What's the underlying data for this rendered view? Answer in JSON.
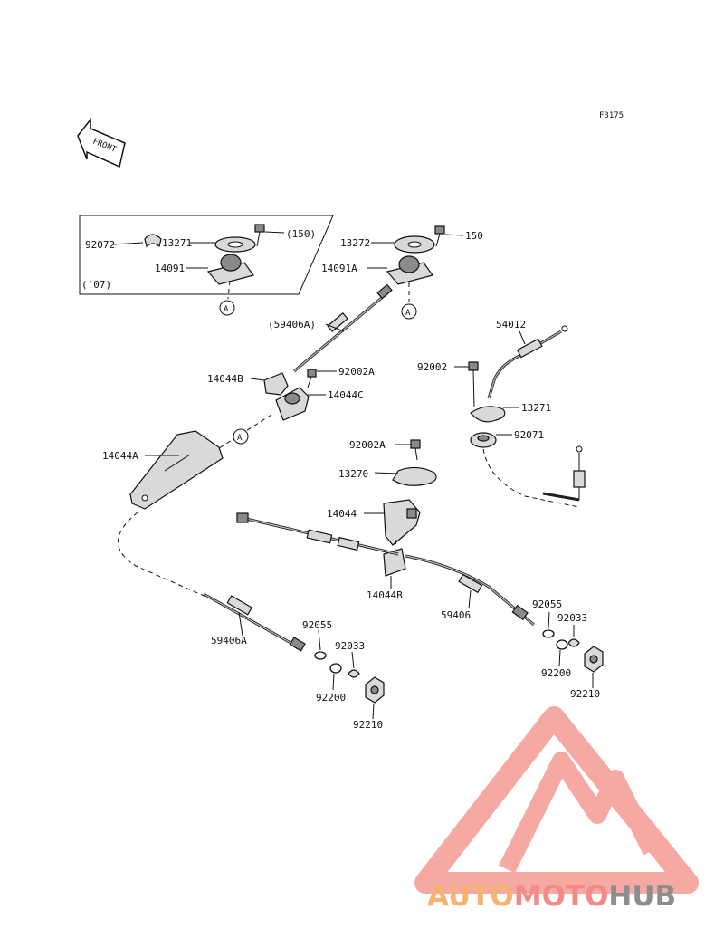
{
  "figure_code": "F3175",
  "front_label": "FRONT",
  "callout_letter": "A",
  "year_note": "('07)",
  "labels": {
    "p92072": "92072",
    "p13271_top": "13271",
    "p150_paren": "(150)",
    "p14091": "14091",
    "p13272": "13272",
    "p150": "150",
    "p14091A": "14091A",
    "p59406A_paren": "(59406A)",
    "p14044B_top": "14044B",
    "p92002A_top": "92002A",
    "p14044C": "14044C",
    "p14044A": "14044A",
    "p54012": "54012",
    "p92002": "92002",
    "p13271_right": "13271",
    "p92071": "92071",
    "p92002A_mid": "92002A",
    "p13270": "13270",
    "p14044": "14044",
    "p14044B_bottom": "14044B",
    "p59406": "59406",
    "p92055_right": "92055",
    "p92033_right": "92033",
    "p92200_right": "92200",
    "p92210_right": "92210",
    "p59406A": "59406A",
    "p92055_left": "92055",
    "p92033_left": "92033",
    "p92200_left": "92200",
    "p92210_left": "92210"
  },
  "watermark": {
    "part1": "AUTO",
    "part2": "MOTO",
    "part3": "HUB",
    "colors": {
      "orange": "#f6b370",
      "red": "#f28a86",
      "gray": "#8d8d8d",
      "triangle": "#f59a93"
    }
  }
}
